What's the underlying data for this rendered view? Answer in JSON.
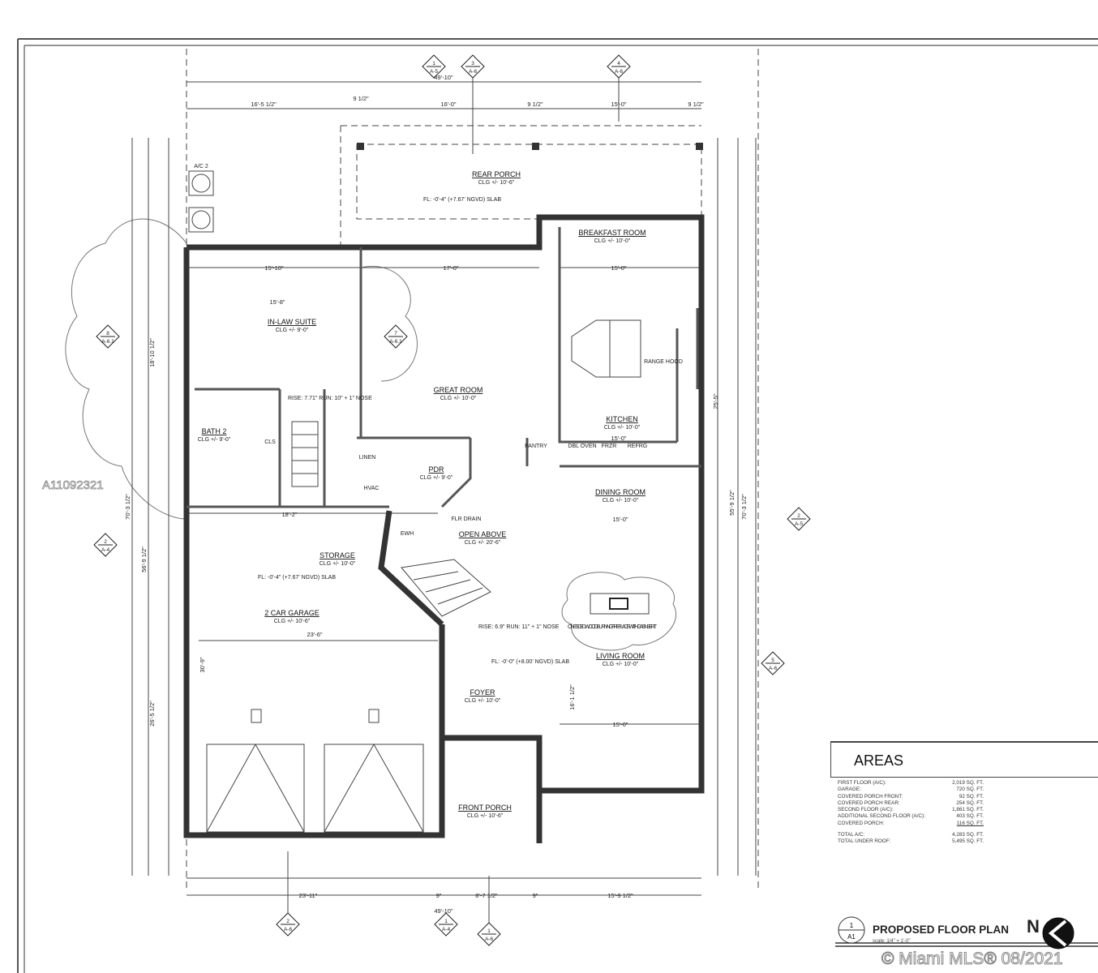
{
  "drawing": {
    "title": "PROPOSED FLOOR PLAN",
    "scale": "scale: 1/4\" = 1'-0\"",
    "sheet_number": "1",
    "sheet_ref": "A1",
    "north": "N"
  },
  "overlay": {
    "listing_id": "A11092321",
    "watermark": "© Miami MLS® 08/2021"
  },
  "rooms": {
    "rear_porch": {
      "name": "REAR PORCH",
      "clg": "CLG +/- 10'-6\""
    },
    "breakfast": {
      "name": "BREAKFAST ROOM",
      "clg": "CLG +/- 10'-0\""
    },
    "inlaw": {
      "name": "IN-LAW SUITE",
      "clg": "CLG +/- 9'-0\""
    },
    "great": {
      "name": "GREAT ROOM",
      "clg": "CLG +/- 10'-0\""
    },
    "kitchen": {
      "name": "KITCHEN",
      "clg": "CLG +/- 10'-0\""
    },
    "bath2": {
      "name": "BATH 2",
      "clg": "CLG +/- 9'-0\""
    },
    "pdr": {
      "name": "PDR",
      "clg": "CLG +/- 9'-0\""
    },
    "dining": {
      "name": "DINING ROOM",
      "clg": "CLG +/- 10'-0\""
    },
    "open_above": {
      "name": "OPEN ABOVE",
      "clg": "CLG +/- 20'-6\""
    },
    "storage": {
      "name": "STORAGE",
      "clg": "CLG +/- 10'-0\""
    },
    "garage": {
      "name": "2 CAR GARAGE",
      "clg": "CLG +/- 10'-6\""
    },
    "living": {
      "name": "LIVING ROOM",
      "clg": "CLG +/- 10'-0\""
    },
    "foyer": {
      "name": "FOYER",
      "clg": "CLG +/- 10'-0\""
    },
    "front_porch": {
      "name": "FRONT PORCH",
      "clg": "CLG +/- 10'-6\""
    },
    "cls": "CLS",
    "linen": "LINEN",
    "pantry": "PANTRY",
    "dbl_oven": "DBL OVEN",
    "frzr": "FRZR",
    "refrg": "REFRG",
    "range_hood": "RANGE HOOD",
    "ewh": "EWH",
    "hvac": "HVAC",
    "flr_drain": "FLR DRAIN",
    "fireplace": "ONE SIDED WOOD BURNING FIREPLACE WITH GAS INSERT",
    "stair_note_1": "RISE: 7.71\" RUN: 10\" + 1\" NOSE",
    "stair_note_2": "RISE: 6.9\" RUN: 11\" + 1\" NOSE",
    "ac1": "A/C 2",
    "slab_rear": "FL: -0'-4\" (+7.67' NGVD) SLAB",
    "slab_main": "FL: -0'-0\" (+8.00' NGVD) SLAB",
    "slab_garage": "FL: -0'-4\" (+7.67' NGVD) SLAB"
  },
  "dimensions": {
    "overall_top": "49'-10\"",
    "overall_bottom": "49'-10\"",
    "top_1": "16'-5 1/2\"",
    "top_2": "9 1/2\"",
    "top_3": "16'-0\"",
    "top_4": "9 1/2\"",
    "top_5": "15'-0\"",
    "top_6": "9 1/2\"",
    "bottom_1": "23'-11\"",
    "bottom_2": "9\"",
    "bottom_3": "8'-7 1/2\"",
    "bottom_4": "9\"",
    "bottom_5": "15'-9 1/2\"",
    "inlaw_w": "15'-10\"",
    "great_w": "17'-0\"",
    "breakfast_w": "15'-0\"",
    "inlaw_inner": "15'-8\"",
    "garage_w": "23'-6\"",
    "garage_top": "18'-2\"",
    "living_w": "15'-0\"",
    "kitchen_w": "15'-0\"",
    "dining_w": "15'-0\"",
    "left_total": "70'-3 1/2\"",
    "right_total": "70'-3 1/2\"",
    "left_2": "56'-9 1/2\"",
    "right_2": "55'-9 1/2\"",
    "right_3": "25'-5\"",
    "left_3": "18'-10 1/2\"",
    "left_4": "26'-5 1/2\"",
    "garage_d": "30'-9\"",
    "living_d": "16'-1 1/2\""
  },
  "section_markers": [
    {
      "num": "1",
      "sheet": "A-5"
    },
    {
      "num": "3",
      "sheet": "A-6"
    },
    {
      "num": "4",
      "sheet": "A-6"
    },
    {
      "num": "8",
      "sheet": "A-6.1"
    },
    {
      "num": "7",
      "sheet": "A-6.1"
    },
    {
      "num": "2",
      "sheet": "A-4"
    },
    {
      "num": "2",
      "sheet": "A-5"
    },
    {
      "num": "5",
      "sheet": "A-6"
    },
    {
      "num": "2",
      "sheet": "A-6"
    },
    {
      "num": "1",
      "sheet": "A-4"
    },
    {
      "num": "1",
      "sheet": "A-6"
    }
  ],
  "areas": {
    "title": "AREAS",
    "rows": [
      {
        "label": "FIRST FLOOR (A/C):",
        "value": "2,019 SQ. FT."
      },
      {
        "label": "GARAGE:",
        "value": "720 SQ. FT."
      },
      {
        "label": "COVERED PORCH FRONT:",
        "value": "92 SQ. FT."
      },
      {
        "label": "COVERED PORCH REAR:",
        "value": "254 SQ. FT."
      },
      {
        "label": "SECOND FLOOR (A/C):",
        "value": "1,861 SQ. FT."
      },
      {
        "label": "ADDITIONAL SECOND FLOOR (A/C):",
        "value": "403 SQ. FT."
      },
      {
        "label": "COVERED PORCH:",
        "value": "116 SQ. FT."
      }
    ],
    "totals": [
      {
        "label": "TOTAL A/C:",
        "value": "4,283 SQ. FT."
      },
      {
        "label": "TOTAL UNDER ROOF:",
        "value": "5,495 SQ. FT."
      }
    ]
  }
}
